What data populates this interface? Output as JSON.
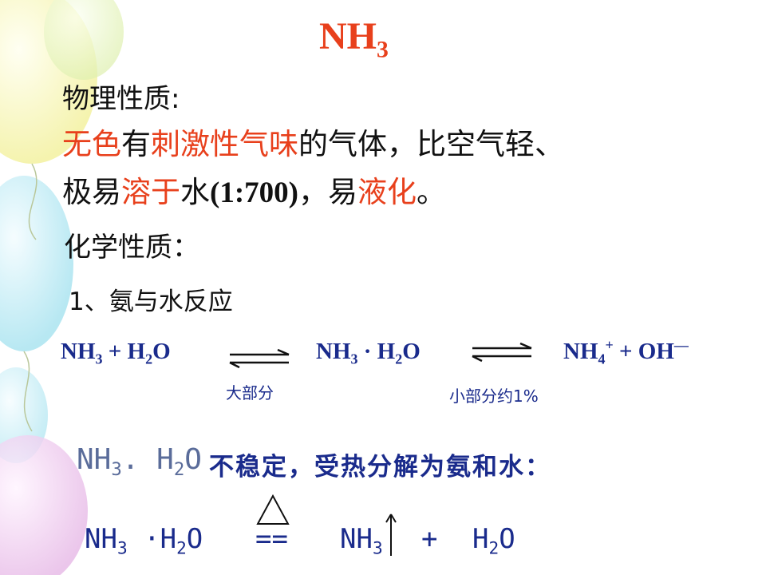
{
  "slide": {
    "title": {
      "main": "NH",
      "sub": "3"
    },
    "physical": {
      "heading": "物理性质:",
      "line1": [
        {
          "text": "无色",
          "color": "red"
        },
        {
          "text": "有",
          "color": "black"
        },
        {
          "text": "刺激性气味",
          "color": "red"
        },
        {
          "text": "的气体，比空气轻、",
          "color": "black"
        }
      ],
      "line2": [
        {
          "text": "极易",
          "color": "black"
        },
        {
          "text": "溶于",
          "color": "red"
        },
        {
          "text": "水",
          "color": "black"
        },
        {
          "text": "(1:700)",
          "color": "black",
          "font": "serif"
        },
        {
          "text": "，易",
          "color": "black"
        },
        {
          "text": "液化",
          "color": "red"
        },
        {
          "text": "。",
          "color": "black"
        }
      ]
    },
    "chemical": {
      "heading": "化学性质：",
      "reaction_heading": "1、氨与水反应"
    },
    "equation1": {
      "left": {
        "a": "NH",
        "a_sub": "3",
        "plus": " + H",
        "b_sub": "2",
        "b_end": "O"
      },
      "middle": {
        "a": "NH",
        "a_sub": "3",
        "dot": " · ",
        "b": "H",
        "b_sub": "2",
        "b_end": "O"
      },
      "right": {
        "a": "NH",
        "a_sub": "4",
        "a_sup": "+",
        "rest": " + OH",
        "rest_sup": "—"
      },
      "note_major": "大部分",
      "note_minor": "小部分约1%"
    },
    "unstable": {
      "formula": {
        "a": "NH",
        "a_sub": "3",
        "dot": ". ",
        "b": "H",
        "b_sub": "2",
        "b_end": "O"
      },
      "text": "不稳定，受热分解为氨和水："
    },
    "equation2": {
      "left": {
        "a": "NH",
        "a_sub": "3",
        "dot": " ·",
        "b": "H",
        "b_sub": "2",
        "b_end": "O"
      },
      "equals": "==",
      "nh3": {
        "a": "NH",
        "a_sub": "3"
      },
      "plus": "+",
      "h2o": {
        "a": "H",
        "a_sub": "2",
        "b_end": "O"
      }
    },
    "colors": {
      "red": "#e8401c",
      "black": "#111111",
      "blue": "#1a2b8c",
      "balloon_yellow": "#f3f1a0",
      "balloon_cyan": "#9fe0ee",
      "balloon_pink": "#e6b8e6"
    }
  }
}
